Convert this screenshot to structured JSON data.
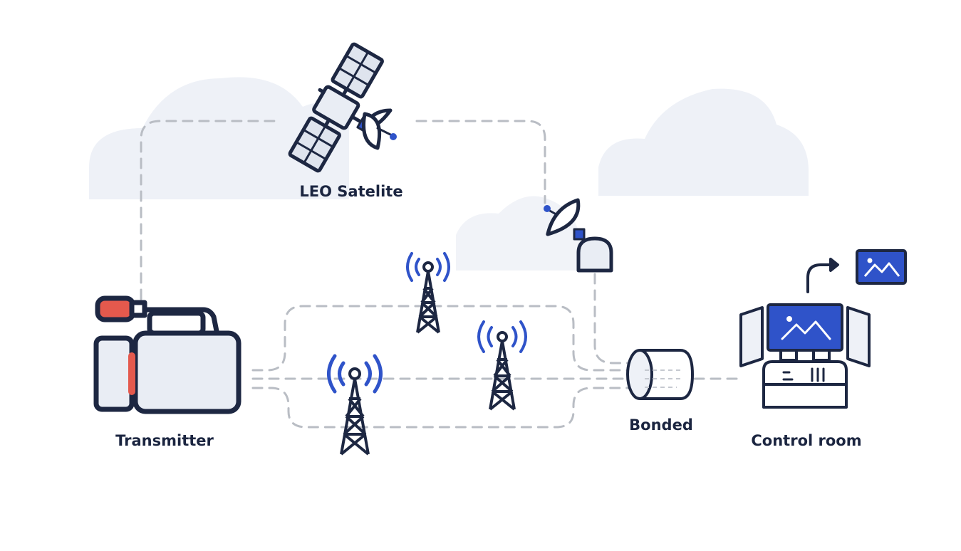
{
  "labels": {
    "satellite": "LEO Satelite",
    "transmitter": "Transmitter",
    "bonded": "Bonded",
    "control_room": "Control room"
  },
  "colors": {
    "navy": "#1d2742",
    "accent_blue": "#2f53c9",
    "red": "#e4594d",
    "fill_light": "#e9edf4",
    "dash": "#b9bdc4",
    "cloud": "#eef1f7"
  },
  "icons": [
    "satellite-icon",
    "satellite-dish-icon",
    "camera-icon",
    "cell-tower-icon",
    "cylinder-icon",
    "control-desk-icon",
    "image-icon",
    "arrow-icon",
    "cloud-icon"
  ]
}
